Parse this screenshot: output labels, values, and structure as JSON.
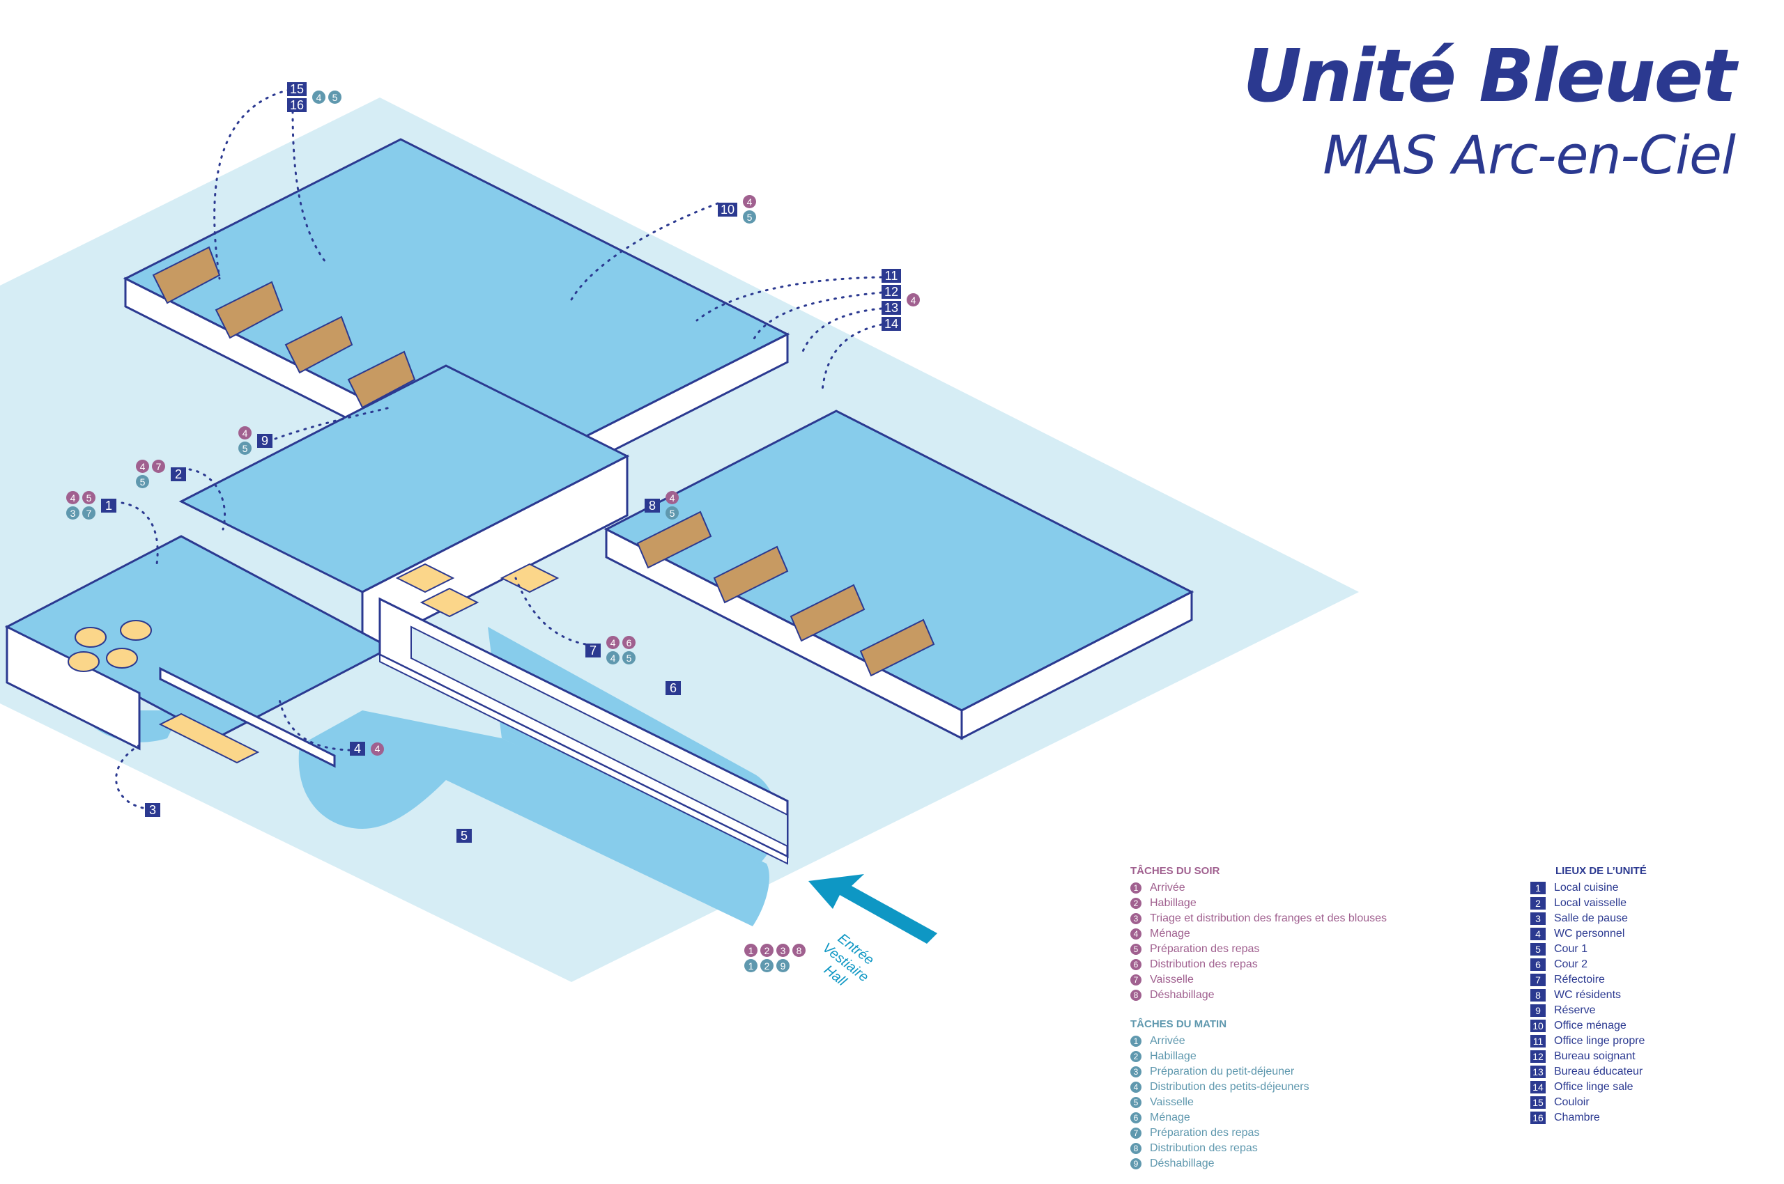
{
  "title": {
    "main": "Unité Bleuet",
    "sub": "MAS Arc-en-Ciel"
  },
  "colors": {
    "navy": "#2b3990",
    "soir": "#a0608f",
    "matin": "#5f98ae",
    "ground_light": "#d6edf5",
    "floor_blue": "#87cceb",
    "arrow": "#0e97c4",
    "wood": "#c79a62",
    "table": "#fbd68a"
  },
  "callouts": [
    {
      "id": "c-15-16",
      "locations": [
        "15",
        "16"
      ],
      "soir": [],
      "matin": [
        "4",
        "5"
      ]
    },
    {
      "id": "c-10",
      "locations": [
        "10"
      ],
      "soir": [
        "4"
      ],
      "matin": [
        "5"
      ]
    },
    {
      "id": "c-11-14",
      "locations": [
        "11",
        "12",
        "13",
        "14"
      ],
      "soir": [
        "4"
      ],
      "matin": []
    },
    {
      "id": "c-9",
      "locations": [
        "9"
      ],
      "soir": [
        "4"
      ],
      "matin": [
        "5"
      ]
    },
    {
      "id": "c-2",
      "locations": [
        "2"
      ],
      "soir": [
        "4",
        "7"
      ],
      "matin": [
        "5"
      ]
    },
    {
      "id": "c-1",
      "locations": [
        "1"
      ],
      "soir": [
        "4",
        "5"
      ],
      "matin": [
        "3",
        "7"
      ]
    },
    {
      "id": "c-8",
      "locations": [
        "8"
      ],
      "soir": [
        "4"
      ],
      "matin": [
        "5"
      ]
    },
    {
      "id": "c-7",
      "locations": [
        "7"
      ],
      "soir": [
        "4",
        "6"
      ],
      "matin": [
        "4",
        "5"
      ]
    },
    {
      "id": "c-6",
      "locations": [
        "6"
      ],
      "soir": [],
      "matin": []
    },
    {
      "id": "c-4",
      "locations": [
        "4"
      ],
      "soir": [
        "4"
      ],
      "matin": []
    },
    {
      "id": "c-3",
      "locations": [
        "3"
      ],
      "soir": [],
      "matin": []
    },
    {
      "id": "c-5",
      "locations": [
        "5"
      ],
      "soir": [],
      "matin": []
    }
  ],
  "entrance": {
    "lines": [
      "Entrée",
      "Vestiaire",
      "Hall"
    ],
    "soir": [
      "1",
      "2",
      "3",
      "8"
    ],
    "matin": [
      "1",
      "2",
      "9"
    ]
  },
  "legend_soir": {
    "heading": "TÂCHES DU SOIR",
    "items": [
      {
        "n": "1",
        "label": "Arrivée"
      },
      {
        "n": "2",
        "label": "Habillage"
      },
      {
        "n": "3",
        "label": "Triage et distribution des franges et des blouses"
      },
      {
        "n": "4",
        "label": "Ménage"
      },
      {
        "n": "5",
        "label": "Préparation des repas"
      },
      {
        "n": "6",
        "label": "Distribution des repas"
      },
      {
        "n": "7",
        "label": "Vaisselle"
      },
      {
        "n": "8",
        "label": "Déshabillage"
      }
    ]
  },
  "legend_matin": {
    "heading": "TÂCHES DU MATIN",
    "items": [
      {
        "n": "1",
        "label": "Arrivée"
      },
      {
        "n": "2",
        "label": "Habillage"
      },
      {
        "n": "3",
        "label": "Préparation du petit-déjeuner"
      },
      {
        "n": "4",
        "label": "Distribution des petits-déjeuners"
      },
      {
        "n": "5",
        "label": "Vaisselle"
      },
      {
        "n": "6",
        "label": "Ménage"
      },
      {
        "n": "7",
        "label": "Préparation des repas"
      },
      {
        "n": "8",
        "label": "Distribution des repas"
      },
      {
        "n": "9",
        "label": "Déshabillage"
      }
    ]
  },
  "legend_lieux": {
    "heading": "LIEUX DE L’UNITÉ",
    "items": [
      {
        "n": "1",
        "label": "Local cuisine"
      },
      {
        "n": "2",
        "label": "Local vaisselle"
      },
      {
        "n": "3",
        "label": "Salle de pause"
      },
      {
        "n": "4",
        "label": "WC personnel"
      },
      {
        "n": "5",
        "label": "Cour 1"
      },
      {
        "n": "6",
        "label": "Cour 2"
      },
      {
        "n": "7",
        "label": "Réfectoire"
      },
      {
        "n": "8",
        "label": "WC résidents"
      },
      {
        "n": "9",
        "label": "Réserve"
      },
      {
        "n": "10",
        "label": "Office ménage"
      },
      {
        "n": "11",
        "label": "Office linge propre"
      },
      {
        "n": "12",
        "label": "Bureau soignant"
      },
      {
        "n": "13",
        "label": "Bureau éducateur"
      },
      {
        "n": "14",
        "label": "Office linge sale"
      },
      {
        "n": "15",
        "label": "Couloir"
      },
      {
        "n": "16",
        "label": "Chambre"
      }
    ]
  }
}
